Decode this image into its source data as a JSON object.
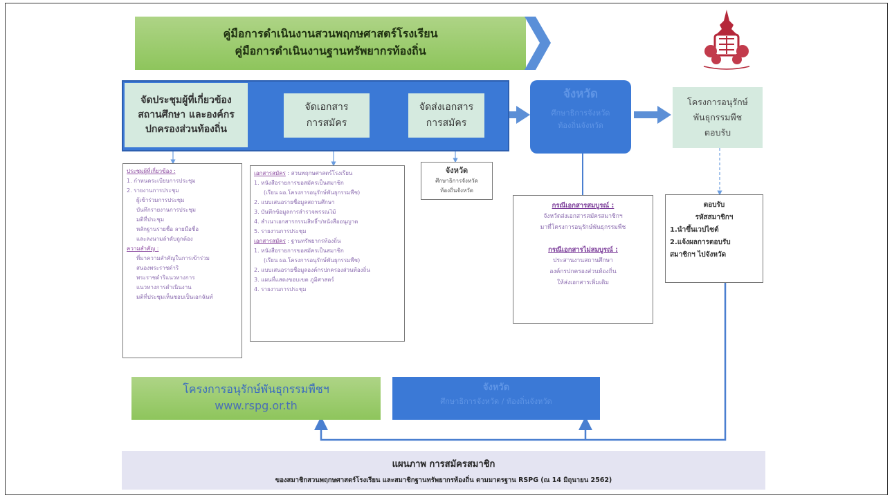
{
  "banner": {
    "line1": "คู่มือการดำเนินงานสวนพฤกษศาสตร์โรงเรียน",
    "line2": "คู่มือการดำเนินงานฐานทรัพยากรท้องถิ่น"
  },
  "steps": {
    "step1": [
      "จัดประชุมผู้ที่เกี่ยวข้อง",
      "สถานศึกษา และองค์กร",
      "ปกครองส่วนท้องถิ่น"
    ],
    "step2": [
      "จัดเอกสาร",
      "การสมัคร"
    ],
    "step3": [
      "จัดส่งเอกสาร",
      "การสมัคร"
    ],
    "province": {
      "title": "จังหวัด",
      "sub": [
        "ศึกษาธิการจังหวัด",
        "ท้องถิ่นจังหวัด"
      ]
    },
    "accept": [
      "โครงการอนุรักษ์",
      "พันธุกรรมพืช",
      "ตอบรับ"
    ]
  },
  "note_meeting": {
    "head": "ประชุมผู้ที่เกี่ยวข้อง :",
    "items": [
      "1. กำหนดระเบียบการประชุม",
      "2. รายงานการประชุม"
    ],
    "sub_items": [
      "ผู้เข้าร่วมการประชุม",
      "บันทึกรายงานการประชุม",
      "มติที่ประชุม",
      "หลักฐานรายชื่อ ลายมือชื่อ",
      "และลงนามลำดับถูกต้อง"
    ],
    "important_head": "ความสำคัญ :",
    "important_items": [
      "ที่มาความสำคัญในการเข้าร่วม",
      "สนองพระราชดำริ",
      "พระราชดำริแนวทางการ",
      "แนวทางการดำเนินงาน",
      "มติที่ประชุมเห็นชอบเป็นเอกฉันท์"
    ]
  },
  "note_docs": {
    "head1": "เอกสารสมัคร",
    "head1_rest": ": สวนพฤกษศาสตร์โรงเรียน",
    "items1": [
      "1. หนังสือรายการขอสมัครเป็นสมาชิก",
      "(เรียน ผอ.โครงการอนุรักษ์พันธุกรรมพืช)",
      "2. แบบเสนอรายชื่อมูลสถานศึกษา",
      "3. บันทึกข้อมูลการสำรวจพรรณไม้",
      "4. สำเนาเอกสารกรรมสิทธิ์ฯ/หนังสืออนุญาต",
      "5. รายงานการประชุม"
    ],
    "head2": "เอกสารสมัคร",
    "head2_rest": ": ฐานทรัพยากรท้องถิ่น",
    "items2": [
      "1. หนังสือรายการขอสมัครเป็นสมาชิก",
      "(เรียน ผอ.โครงการอนุรักษ์พันธุกรรมพืช)",
      "2. แบบเสนอรายชื่อมูลองค์กรปกครองส่วนท้องถิ่น",
      "3. แผนที่แสดงขอบเขต ภูมิศาสตร์",
      "4. รายงานการประชุม"
    ]
  },
  "note_province": {
    "title": "จังหวัด",
    "lines": [
      "ศึกษาธิการจังหวัด",
      "ท้องถิ่นจังหวัด"
    ]
  },
  "note_complete": {
    "head": "กรณีเอกสารสมบูรณ์ :",
    "lines": [
      "จังหวัดส่งเอกสารสมัครสมาชิกฯ",
      "มาที่โครงการอนุรักษ์พันธุกรรมพืช"
    ],
    "head2": "กรณีเอกสารไม่สมบูรณ์ :",
    "lines2": [
      "ประสานงานสถานศึกษา",
      "องค์กรปกครองส่วนท้องถิ่น",
      "ให้ส่งเอกสารเพิ่มเติม"
    ]
  },
  "note_accept": {
    "head": "ตอบรับ",
    "head2": "รหัสสมาชิกฯ",
    "items": [
      "1.นำขึ้นเวปไซต์",
      "2.แจ้งผลการตอบรับ",
      "สมาชิกฯ ไปจังหวัด"
    ]
  },
  "bottom": {
    "rspg_title": "โครงการอนุรักษ์พันธุกรรมพืชฯ",
    "rspg_url": "www.rspg.or.th",
    "prov_title": "จังหวัด",
    "prov_sub": "ศึกษาธิการจังหวัด / ท้องถิ่นจังหวัด"
  },
  "footer": {
    "title": "แผนภาพ การสมัครสมาชิก",
    "subtitle": "ของสมาชิกสวนพฤกษศาสตร์โรงเรียน และสมาชิกฐานทรัพยากรท้องถิ่น ตามมาตรฐาน RSPG (ณ 14 มิถุนายน 2562)"
  },
  "colors": {
    "green": "#8ec55c",
    "blue": "#3b79d6",
    "mint": "#d5eadf",
    "arrow": "#8a3aa6",
    "logo": "#b5283a"
  }
}
